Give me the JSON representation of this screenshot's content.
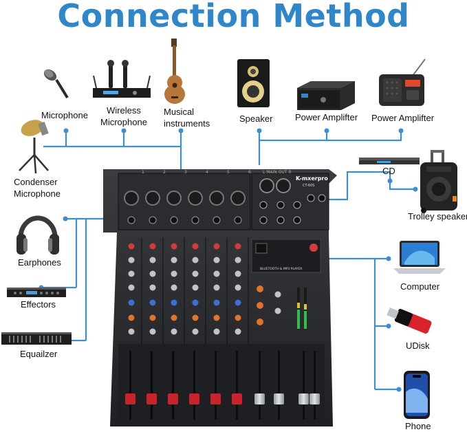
{
  "title": "Connection Method",
  "colors": {
    "title": "#2f86c9",
    "wire": "#3a8fd2",
    "mixer": "#2b2d30"
  },
  "devices": {
    "microphone": "Microphone",
    "wireless": [
      "Wireless",
      "Microphone"
    ],
    "musical": [
      "Musical",
      "instruments"
    ],
    "speaker": "Speaker",
    "power_amp_1": "Power Amplifter",
    "power_amp_2": "Power Amplifter",
    "condenser": [
      "Condenser",
      "Microphone"
    ],
    "cd": "CD",
    "trolley": "Trolley speaker",
    "earphones": "Earphones",
    "effectors": "Effectors",
    "equalizer": "Equailzer",
    "computer": "Computer",
    "udisk": "UDisk",
    "phone": "Phone"
  },
  "mixer": {
    "brand": "K-mxerpro",
    "model": "CT-60S",
    "bt_label": "BLUETOOTH & MP3 PLAYER",
    "main_out": "L MAIN OUT R",
    "channels": [
      "1",
      "2",
      "3",
      "4",
      "5",
      "6"
    ]
  }
}
